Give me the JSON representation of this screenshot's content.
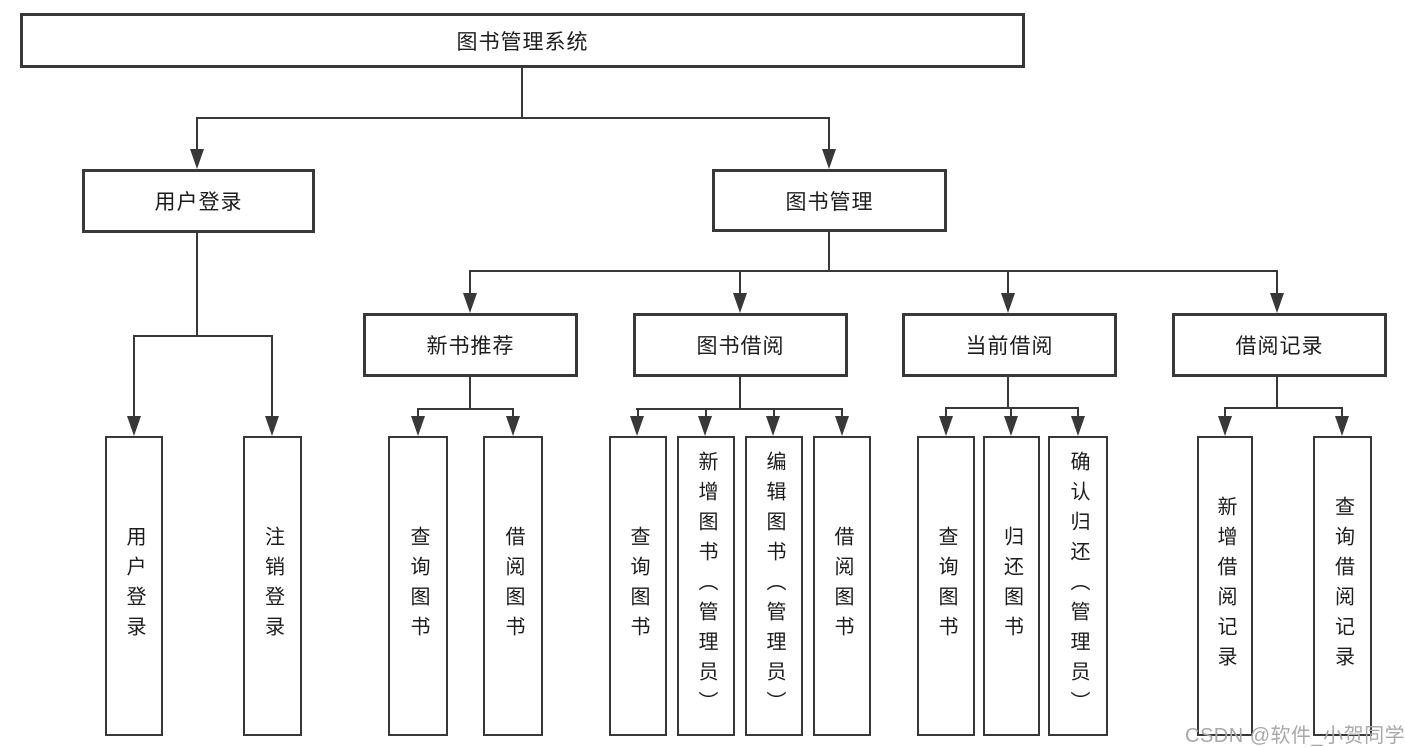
{
  "diagram": {
    "root": {
      "label": "图书管理系统"
    },
    "branches": [
      {
        "label": "用户登录",
        "leaves": [
          "用户登录",
          "注销登录"
        ]
      },
      {
        "label": "图书管理",
        "sections": [
          {
            "label": "新书推荐",
            "leaves": [
              "查询图书",
              "借阅图书"
            ]
          },
          {
            "label": "图书借阅",
            "leaves": [
              "查询图书",
              "新增图书（管理员）",
              "编辑图书（管理员）",
              "借阅图书"
            ]
          },
          {
            "label": "当前借阅",
            "leaves": [
              "查询图书",
              "归还图书",
              "确认归还（管理员）"
            ]
          },
          {
            "label": "借阅记录",
            "leaves": [
              "新增借阅记录",
              "查询借阅记录"
            ]
          }
        ]
      }
    ]
  },
  "watermark": {
    "text": "CSDN @软件_小贺同学"
  },
  "colors": {
    "line": "#383838",
    "text": "#1c1c1c",
    "watermark": "#a8a8a8",
    "background": "#ffffff"
  }
}
